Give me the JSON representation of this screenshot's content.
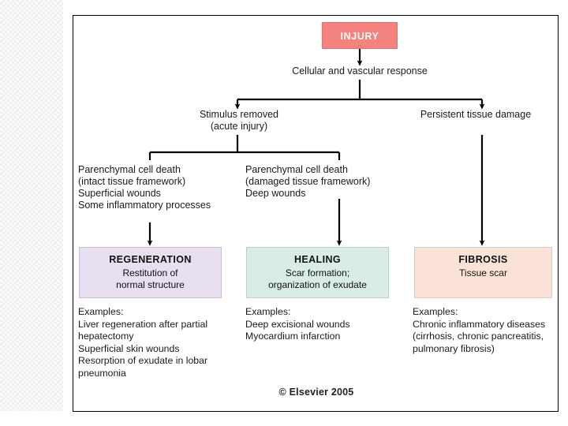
{
  "figure": {
    "title_box": {
      "label": "INJURY",
      "color": "#f4827f"
    },
    "copyright": "© Elsevier 2005",
    "nodes": {
      "cellular_response": "Cellular and vascular response",
      "stimulus_removed": "Stimulus removed\n(acute injury)",
      "persistent_damage": "Persistent tissue damage",
      "left_criteria": "Parenchymal cell death\n    (intact tissue framework)\nSuperficial wounds\nSome inflammatory processes",
      "middle_criteria": "Parenchymal cell death\n    (damaged tissue framework)\nDeep wounds"
    },
    "outcomes": [
      {
        "name": "regeneration",
        "title": "REGENERATION",
        "subtitle": "Restitution of\nnormal structure",
        "color": "#e8dff0",
        "examples": "Examples:\nLiver regeneration after partial\n    hepatectomy\nSuperficial skin wounds\nResorption of exudate in lobar\n    pneumonia"
      },
      {
        "name": "healing",
        "title": "HEALING",
        "subtitle": "Scar formation;\norganization of exudate",
        "color": "#d9ece5",
        "examples": "Examples:\nDeep excisional wounds\nMyocardium infarction"
      },
      {
        "name": "fibrosis",
        "title": "FIBROSIS",
        "subtitle": "Tissue scar",
        "color": "#fae3d6",
        "examples": "Examples:\nChronic inflammatory diseases\n(cirrhosis, chronic pancreatitis,\npulmonary fibrosis)"
      }
    ]
  }
}
